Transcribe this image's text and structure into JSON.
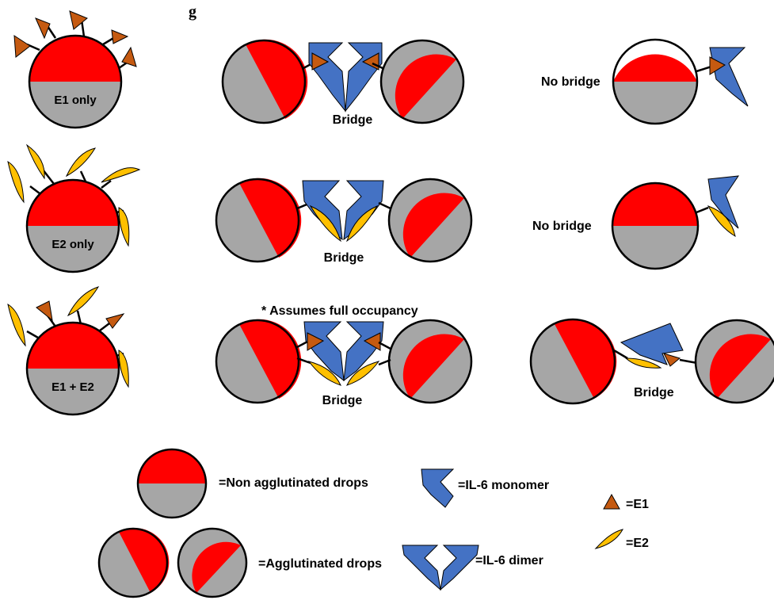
{
  "colors": {
    "red": "#ff0000",
    "grey": "#a6a6a6",
    "outline": "#000000",
    "il6_blue": "#4472c4",
    "e1_brown": "#c55a11",
    "e2_yellow": "#ffc000",
    "background": "#ffffff"
  },
  "header": {
    "partial_title": "g"
  },
  "rows": [
    {
      "drop_label": "E1 only",
      "middle_label": "Bridge",
      "right_label": "No bridge",
      "middle_note": ""
    },
    {
      "drop_label": "E2 only",
      "middle_label": "Bridge",
      "right_label": "No bridge",
      "middle_note": ""
    },
    {
      "drop_label": "E1 + E2",
      "middle_label": "Bridge",
      "right_label": "Bridge",
      "middle_note": "* Assumes full occupancy"
    }
  ],
  "legend": {
    "non_agglutinated": "=Non agglutinated drops",
    "agglutinated": "=Agglutinated drops",
    "il6_monomer": "=IL-6 monomer",
    "il6_dimer": "=IL-6 dimer",
    "e1": "=E1",
    "e2": "=E2"
  },
  "icons": {
    "drop": "half-red-half-grey-circle",
    "agglutinated_drop": "diagonal-split-circle",
    "il6_monomer": "blue-flag-shape",
    "il6_dimer": "mirrored-blue-flag-pair",
    "e1": "brown-triangle",
    "e2": "yellow-crescent"
  }
}
